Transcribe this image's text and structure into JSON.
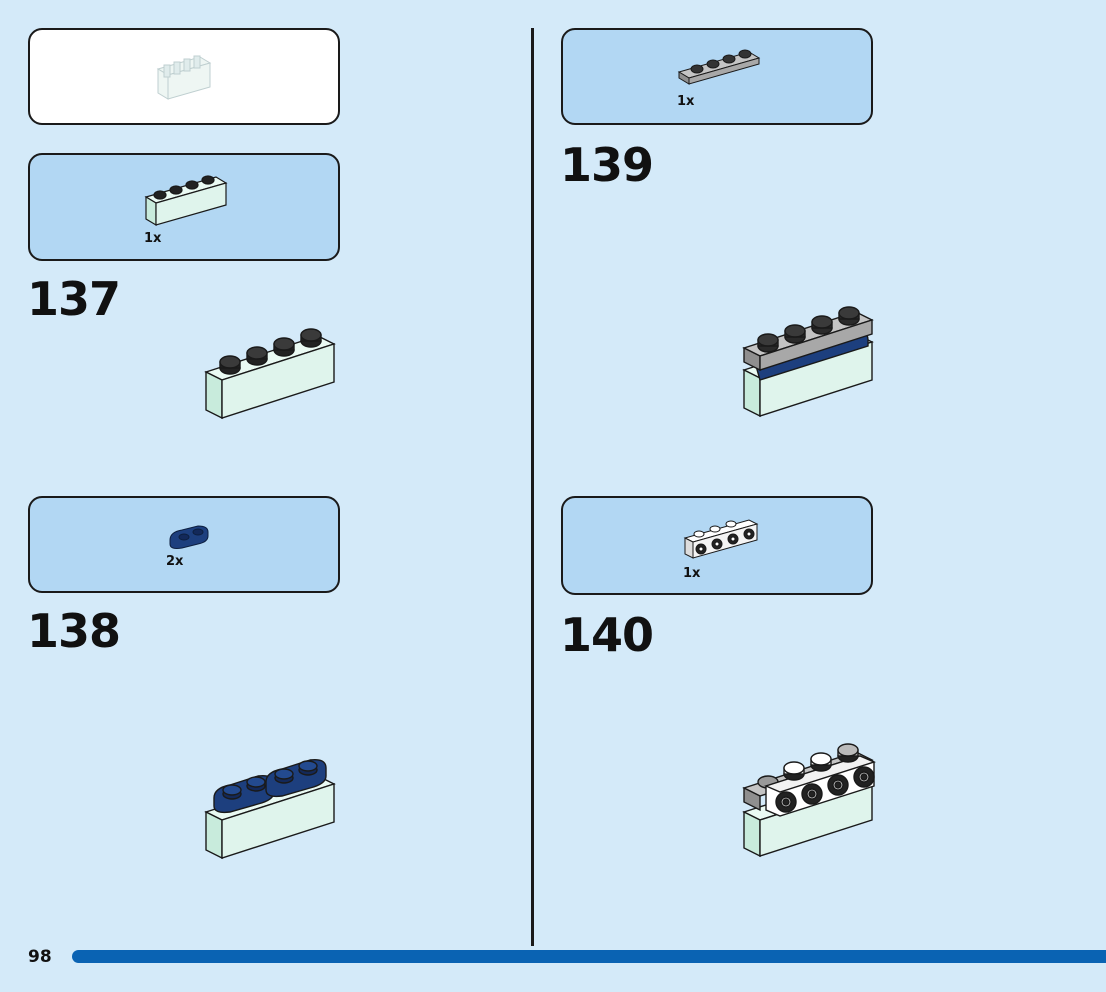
{
  "page": {
    "number": "98"
  },
  "steps": [
    {
      "number": "137",
      "parts_qty": "1x"
    },
    {
      "number": "138",
      "parts_qty": "2x"
    },
    {
      "number": "139",
      "parts_qty": "1x"
    },
    {
      "number": "140",
      "parts_qty": "1x"
    }
  ],
  "colors": {
    "background": "#d4eaf9",
    "parts_box": "#b2d7f3",
    "footer_bar": "#0a63b3",
    "brick_mint": "#dff4ec",
    "plate_dark_blue": "#1d3f7e",
    "plate_gray": "#a8a8a8"
  }
}
